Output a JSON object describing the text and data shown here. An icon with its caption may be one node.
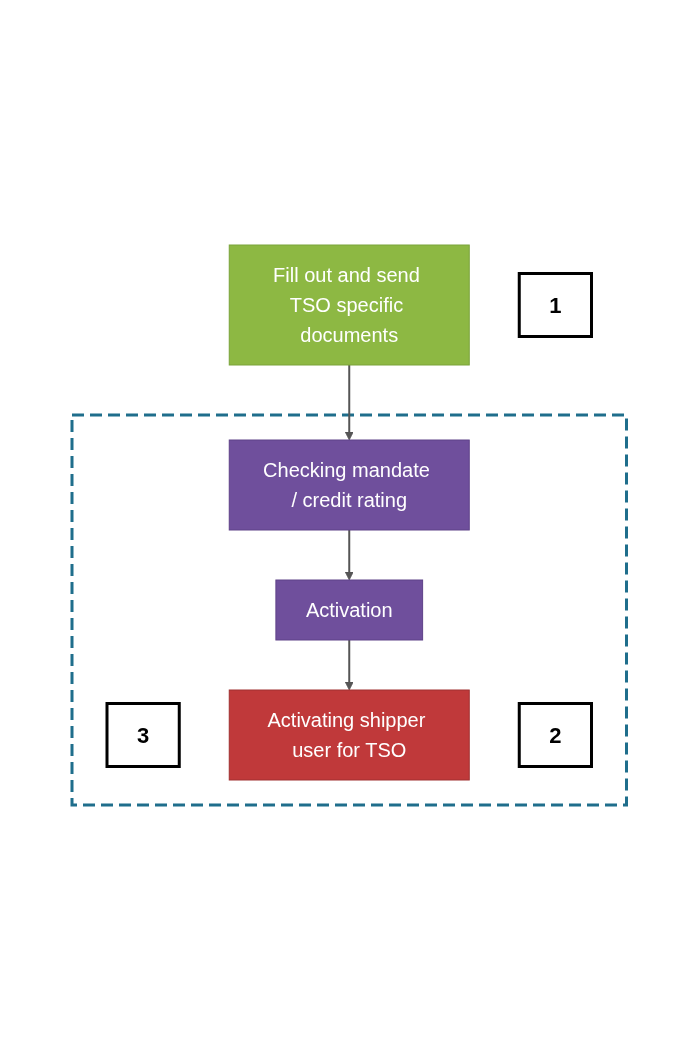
{
  "diagram": {
    "nodes": [
      {
        "text": [
          "Fill out and send TSO specific documents"
        ]
      },
      {
        "text": [
          "1"
        ]
      },
      {
        "text": [],
        "shape": "box"
      },
      {
        "text": [
          "3"
        ],
        "in": 2
      },
      {
        "text": [
          "Activating shipper user for TSO"
        ],
        "in": 2
      },
      {
        "text": [
          "2"
        ],
        "in": 2
      },
      {
        "text": [
          "Checking mandate / credit rating"
        ],
        "in": 2
      },
      {
        "text": [
          "Activation"
        ],
        "in": 2
      }
    ],
    "edges": [
      {
        "from": 0,
        "to": 6,
        "arrow": "to"
      },
      {
        "from": 6,
        "to": 7,
        "arrow": "to"
      },
      {
        "from": 7,
        "to": 4,
        "arrow": "to"
      }
    ]
  }
}
